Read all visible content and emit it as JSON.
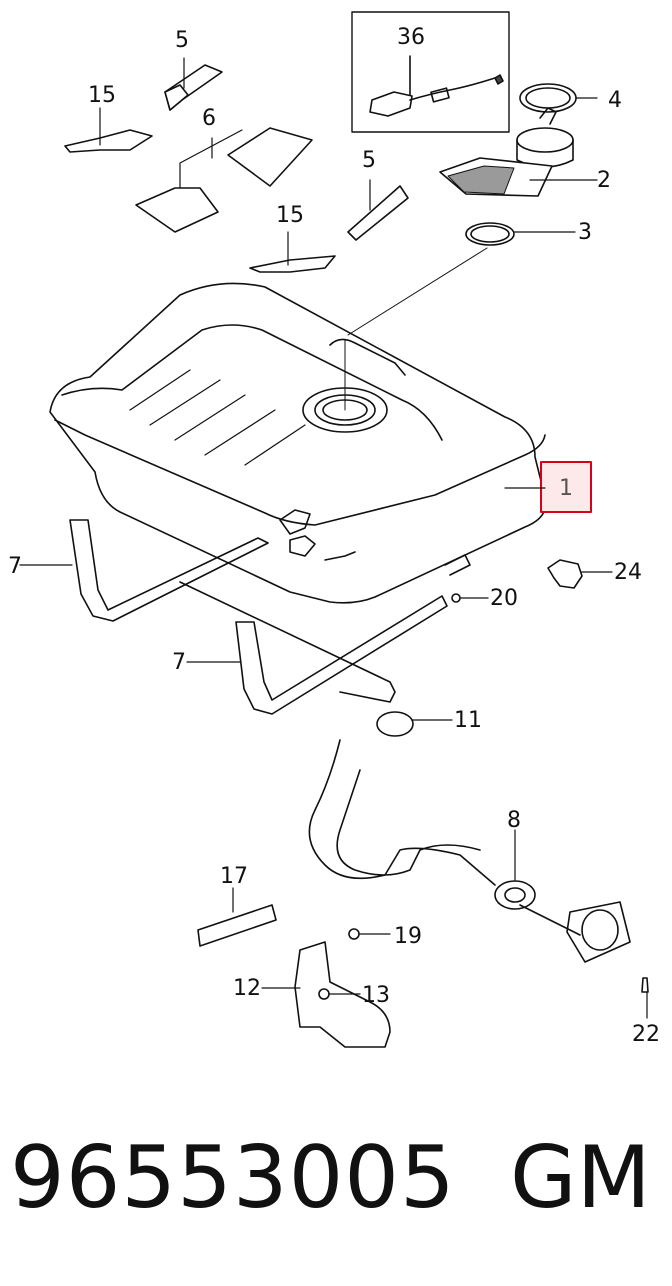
{
  "callouts": {
    "c5a": "5",
    "c36": "36",
    "c4": "4",
    "c15a": "15",
    "c6": "6",
    "c2": "2",
    "c5b": "5",
    "c15b": "15",
    "c3": "3",
    "c1": "1",
    "c7a": "7",
    "c24": "24",
    "c20": "20",
    "c7b": "7",
    "c11": "11",
    "c8": "8",
    "c17": "17",
    "c19": "19",
    "c12": "12",
    "c13": "13",
    "c22": "22"
  },
  "footer": {
    "part_number": "96553005",
    "brand": "GM"
  },
  "colors": {
    "highlight": "#d9001b",
    "highlight_fill": "#fde8ea",
    "line": "#111111"
  }
}
